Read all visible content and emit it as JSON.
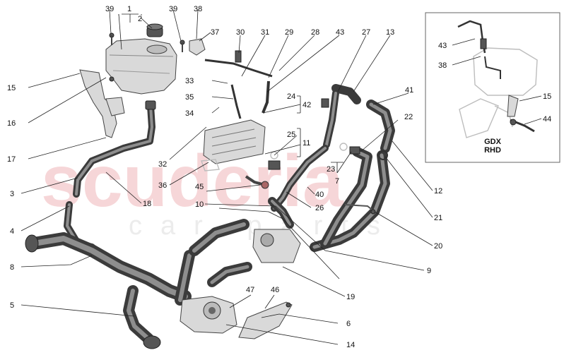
{
  "watermark": {
    "brand": "scuderia",
    "sub": "car parts"
  },
  "inset": {
    "line1": "GDX",
    "line2": "RHD"
  },
  "callouts": {
    "c1": "1",
    "c2": "2",
    "c3": "3",
    "c4": "4",
    "c5": "5",
    "c6": "6",
    "c7": "7",
    "c8": "8",
    "c9": "9",
    "c10": "10",
    "c11": "11",
    "c12": "12",
    "c13": "13",
    "c14": "14",
    "c15": "15",
    "c16": "16",
    "c17": "17",
    "c18": "18",
    "c19": "19",
    "c20": "20",
    "c21": "21",
    "c22": "22",
    "c23": "23",
    "c24": "24",
    "c25": "25",
    "c26": "26",
    "c27": "27",
    "c28": "28",
    "c29": "29",
    "c30": "30",
    "c31": "31",
    "c32": "32",
    "c33": "33",
    "c34": "34",
    "c35": "35",
    "c36": "36",
    "c37": "37",
    "c38": "38",
    "c39a": "39",
    "c39b": "39",
    "c40": "40",
    "c41": "41",
    "c42": "42",
    "c43": "43",
    "c44": "44",
    "c45": "45",
    "c46": "46",
    "c47": "47",
    "i43": "43",
    "i38": "38",
    "i15": "15",
    "i44": "44"
  },
  "colors": {
    "watermark": "#f4c9cb",
    "hose": "#3b3b3b",
    "line": "#222222"
  }
}
